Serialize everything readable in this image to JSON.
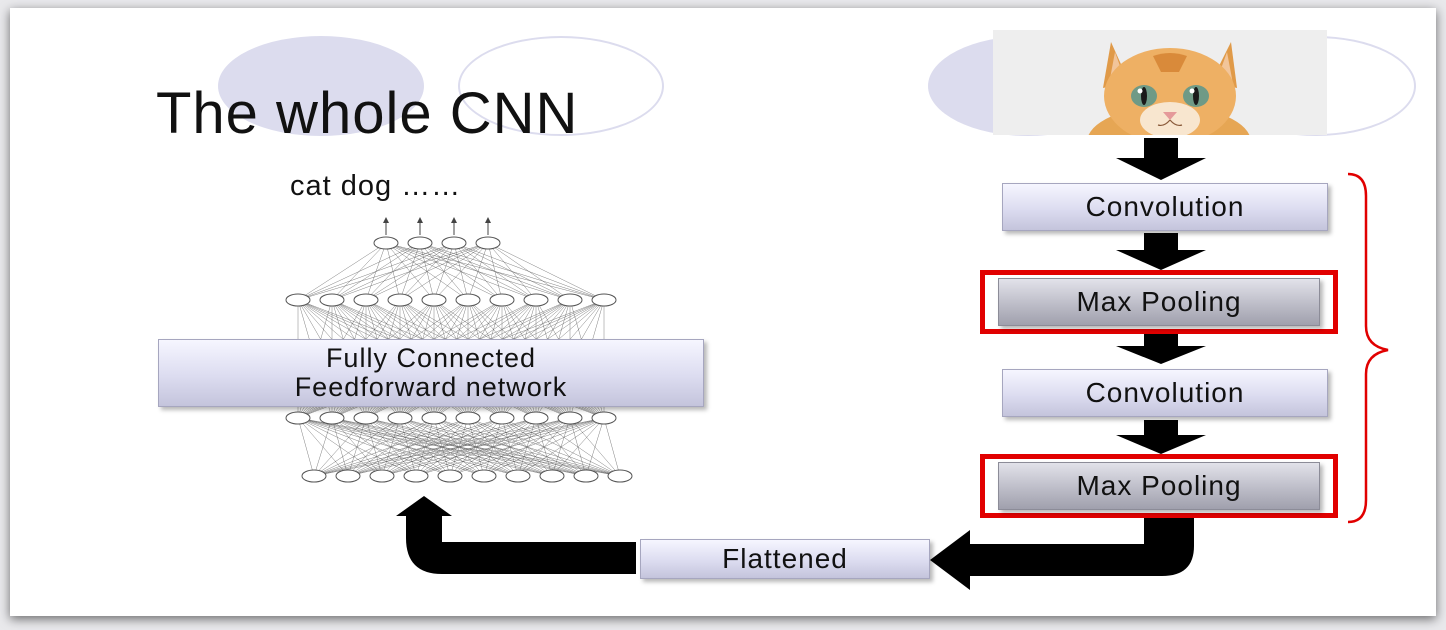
{
  "title": "The whole CNN",
  "outputs_label": "cat dog ……",
  "fc_box": {
    "line1": "Fully Connected",
    "line2": "Feedforward network"
  },
  "pipeline": [
    {
      "label": "Convolution",
      "highlighted": false
    },
    {
      "label": "Max Pooling",
      "highlighted": true
    },
    {
      "label": "Convolution",
      "highlighted": false
    },
    {
      "label": "Max Pooling",
      "highlighted": true
    }
  ],
  "flattened_label": "Flattened",
  "input_image": "cat-photo",
  "colors": {
    "highlight": "#e10000",
    "arrow": "#000000",
    "bracket": "#e10000",
    "deco_circle": "#dcdcee"
  }
}
